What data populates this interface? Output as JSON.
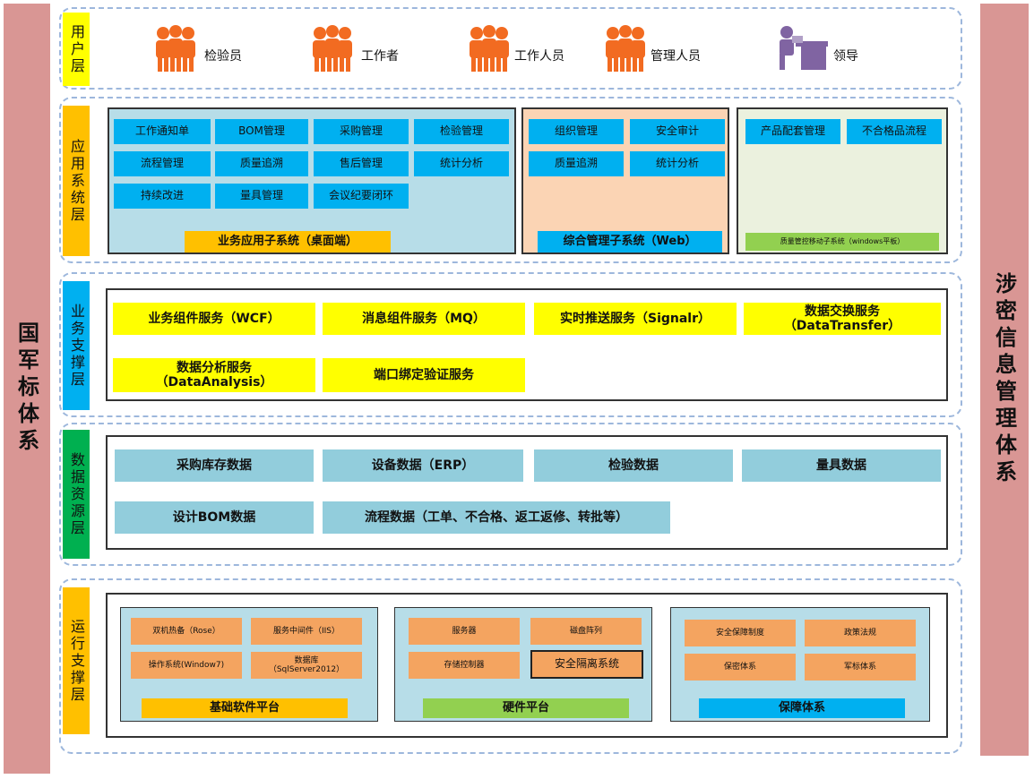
{
  "left_side": "国军标体系",
  "right_side": "涉密信息管理体系",
  "layers": {
    "user": "用户层",
    "app": "应用系统层",
    "biz": "业务支撑层",
    "data": "数据资源层",
    "ops": "运行支撑层"
  },
  "users": [
    "检验员",
    "工作者",
    "工作人员",
    "管理人员",
    "领导"
  ],
  "app": {
    "desktop": {
      "items": [
        "工作通知单",
        "BOM管理",
        "采购管理",
        "检验管理",
        "流程管理",
        "质量追溯",
        "售后管理",
        "统计分析",
        "持续改进",
        "量具管理",
        "会议纪要闭环"
      ],
      "title": "业务应用子系统（桌面端）"
    },
    "web": {
      "items": [
        "组织管理",
        "安全审计",
        "质量追溯",
        "统计分析"
      ],
      "title": "综合管理子系统（Web）"
    },
    "mobile": {
      "items": [
        "产品配套管理",
        "不合格品流程"
      ],
      "title": "质量管控移动子系统（windows平板）"
    }
  },
  "biz_services": [
    "业务组件服务（WCF）",
    "消息组件服务（MQ）",
    "实时推送服务（Signalr）",
    "数据交换服务\n（DataTransfer）",
    "数据分析服务\n（DataAnalysis）",
    "端口绑定验证服务"
  ],
  "data_resources": [
    "采购库存数据",
    "设备数据（ERP）",
    "检验数据",
    "量具数据",
    "设计BOM数据",
    "流程数据（工单、不合格、返工返修、转批等）"
  ],
  "ops": {
    "software": {
      "items": [
        "双机热备（Rose）",
        "服务中间件（IIS）",
        "操作系统(Window7)",
        "数据库\n（SqlServer2012）"
      ],
      "title": "基础软件平台"
    },
    "hardware": {
      "items": [
        "服务器",
        "磁盘阵列",
        "存储控制器",
        "安全隔离系统"
      ],
      "title": "硬件平台"
    },
    "security": {
      "items": [
        "安全保障制度",
        "政策法规",
        "保密体系",
        "军标体系"
      ],
      "title": "保障体系"
    }
  },
  "colors": {
    "side": "#d99694",
    "dashed_border": "#9db7dc",
    "cyan": "#00b0f0",
    "yellow": "#ffff00",
    "orange": "#ffc000",
    "green": "#00b050",
    "light_blue_panel": "#b7dde8",
    "peach_panel": "#fbd4b4",
    "light_green_panel": "#ebf1de",
    "teal_box": "#92cddc",
    "orange_box": "#f4a460",
    "person_icon": "#f26b21",
    "leader_icon": "#8064a2"
  }
}
